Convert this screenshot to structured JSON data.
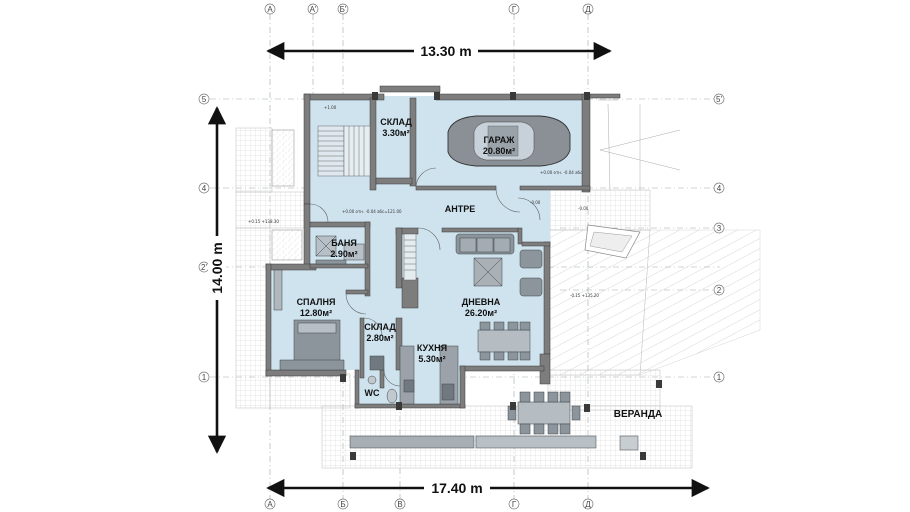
{
  "dimensions": {
    "top": "13.30 m",
    "bottom": "17.40 m",
    "left": "14.00 m"
  },
  "axes": {
    "top": [
      "А",
      "А'",
      "Б'",
      "Г",
      "Д"
    ],
    "bottom": [
      "А",
      "Б",
      "В",
      "Г",
      "Д"
    ],
    "left": [
      "5",
      "4",
      "2'",
      "1"
    ],
    "right": [
      "5'",
      "4",
      "3",
      "2",
      "1"
    ]
  },
  "rooms": {
    "sklad1": {
      "name": "СКЛАД",
      "area": "3.30м²"
    },
    "garazh": {
      "name": "ГАРАЖ",
      "area": "20.80м²"
    },
    "antre": {
      "name": "АНТРЕ"
    },
    "banya": {
      "name": "БАНЯ",
      "area": "2.90м²"
    },
    "spalnya": {
      "name": "СПАЛНЯ",
      "area": "12.80м²"
    },
    "dnevna": {
      "name": "ДНЕВНА",
      "area": "26.20м²"
    },
    "sklad2": {
      "name": "СКЛАД",
      "area": "2.80м²"
    },
    "kuhnya": {
      "name": "КУХНЯ",
      "area": "5.30м²"
    },
    "wc": {
      "name": "WC"
    },
    "veranda": {
      "name": "ВЕРАНДА"
    }
  },
  "colors": {
    "floor": "#cfe3ee",
    "wall": "#7d7d7d",
    "wall_dark": "#4a4a4a",
    "paving_line": "#c8c8c8",
    "furniture": "#8c949c"
  }
}
